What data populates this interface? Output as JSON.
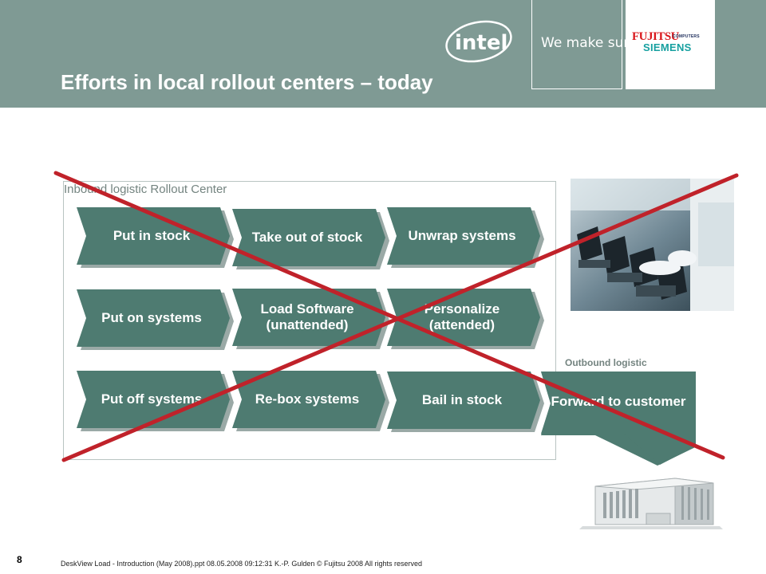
{
  "colors": {
    "header_bg": "#7f9a94",
    "step_fill": "#4e7b71",
    "step_shadow": "#9aa9a6",
    "cross": "#c0222a",
    "frame": "#b9c4c2",
    "label_text": "#748480"
  },
  "header": {
    "title": "Efforts in local rollout centers – today",
    "intel_logo_text": "intel",
    "tagline": "We make sure",
    "partner_logo": {
      "line1": "FUJITSU",
      "line1_suffix": "COMPUTERS",
      "line2": "SIEMENS"
    }
  },
  "inbound_label": "Inbound logistic Rollout Center",
  "outbound_label": "Outbound logistic",
  "steps": [
    {
      "label": "Put in stock"
    },
    {
      "label": "Take out of stock"
    },
    {
      "label": "Unwrap systems"
    },
    {
      "label": "Put on systems"
    },
    {
      "label": "Load Software (unattended)"
    },
    {
      "label": "Personalize (attended)"
    },
    {
      "label": "Put off systems"
    },
    {
      "label": "Re-box systems"
    },
    {
      "label": "Bail in stock"
    }
  ],
  "forward_step": {
    "label": "Forward to customer"
  },
  "icons": {
    "photo": "laptop-assembly-photo",
    "building": "warehouse-building-icon",
    "arrow": "down-arrow-icon",
    "cross": "cross-out-icon"
  },
  "footer": {
    "page_number": "8",
    "text": "DeskView Load - Introduction (May 2008).ppt     08.05.2008 09:12:31     K.-P. Gulden     © Fujitsu 2008     All rights reserved"
  }
}
